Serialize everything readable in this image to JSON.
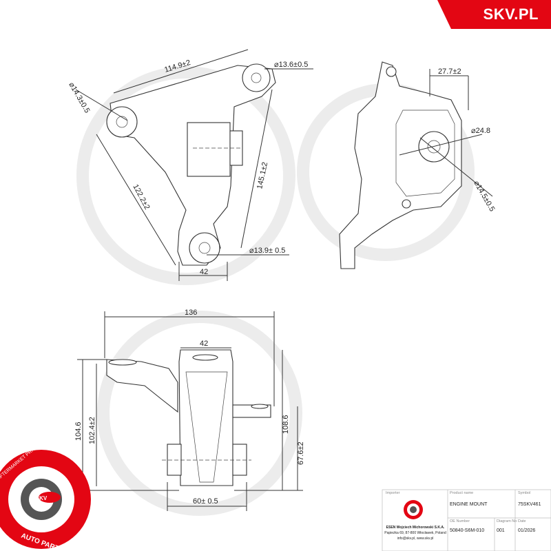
{
  "brand": {
    "text": "SKV.PL",
    "color": "#e30613"
  },
  "dimensions": {
    "d114": "114.9±2",
    "d13_6": "⌀13.6±0.5",
    "d14_3": "⌀14.3±0.5",
    "d122": "122.2±2",
    "d145": "145.1±2",
    "d13_9": "⌀13.9± 0.5",
    "d42_top": "42",
    "d27_7": "27.7±2",
    "d24_8": "⌀24.8",
    "d14_5": "⌀14.5±0.5",
    "d136": "136",
    "d42_front": "42",
    "d104_6": "104.6",
    "d102_4": "102.4±2",
    "d108_6": "108.6",
    "d67_6": "67.6±2",
    "d60": "60± 0.5"
  },
  "seal": {
    "top_text": "AFTERMARKET PRICE · OE QUALITY",
    "bottom_text": "AUTO PARTS",
    "center": "SKV"
  },
  "title_block": {
    "importer_label": "Importer",
    "importer_name": "ESEN Wojciech Michorowski S.K.A.",
    "importer_address": "Papieżka 69, 87-800 Włocławek, Poland",
    "importer_contact": "info@skv.pl, www.skv.pl",
    "product_name_label": "Product name",
    "product_name": "ENGINE MOUNT",
    "symbol_label": "Symbol",
    "symbol": "75SKV461",
    "oe_label": "OE Number",
    "oe": "50840-S6M-010",
    "diagram_label": "Diagram No",
    "diagram": "001",
    "date_label": "Date",
    "date": "01/2026"
  },
  "colors": {
    "brand_red": "#e30613",
    "line": "#333333",
    "watermark": "#e6e6e6"
  }
}
